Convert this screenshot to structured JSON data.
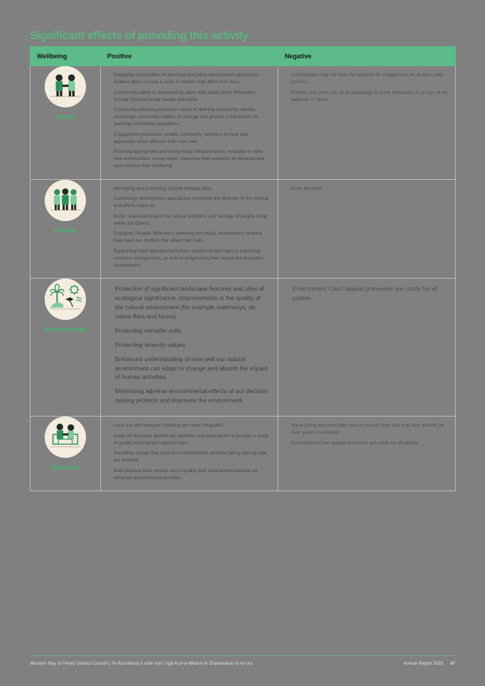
{
  "document": {
    "title": "Significant effects of providing this activity"
  },
  "table": {
    "headers": {
      "wellbeing": "Wellbeing",
      "positive": "Positive",
      "negative": "Negative"
    },
    "rows": [
      {
        "label": "Social",
        "icon": "two-people-handshake-icon",
        "positive": [
          "Engaging communities in planning and policy development processes enables them to have a voice in matters that affect their lives.",
          "Community safety is enhanced by plans that adopt Crime Prevention through Environmental Design principles.",
          "Community planning processes assist in defining community identity, encourage community leaders to emerge and provide a framework for realising community aspirations.",
          "Engagement processes enable community members to hear and appreciate views different from their own.",
          "Ensuring appropriate and timely social infrastructure is available to meet new communities' social needs, maximise their potential for development and enhance their wellbeing."
        ],
        "negative": [
          "Communities may not have the capacity for engagement on all plans and policies.",
          "Policies and plans can be of advantage to some individuals or groups at the expense of others."
        ]
      },
      {
        "label": "Cultural",
        "icon": "group-of-people-icon",
        "positive": [
          "Identifying and protecting cultural heritage sites.",
          "Community development approaches recognise the diversity of the cultural and ethnic make-up.",
          "Better understanding of the cultural traditions and heritage of people living within our District.",
          "Engaging Tangata Whenua in planning and policy development enables their input two matters that affect their lives.",
          "Supporting Hapū Management Plans assists iwi and hapū in improving resource management, as well as progressing their social and economic development."
        ],
        "negative": [
          "None identified."
        ]
      },
      {
        "label": "Environmental",
        "icon": "tree-sun-bird-icon",
        "positive": [
          "Protection of significant landscape features and sites of ecological significance. Improvements in the quality of the natural environment (for example waterways, air, native flora and fauna).",
          "Protecting versatile soils.",
          "Protecting amenity values.",
          "Enhanced understanding of how well our natural environment can adapt to change and absorb the impact of human activities.",
          "Minimising adverse environmental effects of our decision making protects and improves the environment."
        ],
        "negative": [
          "Environment Court appeal processes are costly for all parties."
        ]
      },
      {
        "label": "Economic",
        "icon": "business-handshake-desk-icon",
        "positive": [
          "Land use and transport planning are more integrated.",
          "Areas for business growth are identified and planned for to provide a range of quality employment opportunities.",
          "Sensitivity issues that arise from incompatible activities being side-by-side are avoided.",
          "Well-planned town centres and a quality-built environment present an attractive investment proposition."
        ],
        "negative": [
          "Some policy decisions take time to consult upon and may take months (or even years) to develop.",
          "Environment Court appeal processes are costly for all parties."
        ]
      }
    ]
  },
  "footer": {
    "organisation": "Western Bay of Plenty District Council | Te Kaunihera ā rohe mai i ngā Kuri-a-Whārei ki Ōtamarākau ki te Uru",
    "report": "Annual Report 2025",
    "page_number": "47"
  },
  "colors": {
    "accent_green": "#5cbb89",
    "label_green": "#3cbb6e",
    "badge_cream": "#f4ecdf",
    "page_background": "#808080"
  }
}
